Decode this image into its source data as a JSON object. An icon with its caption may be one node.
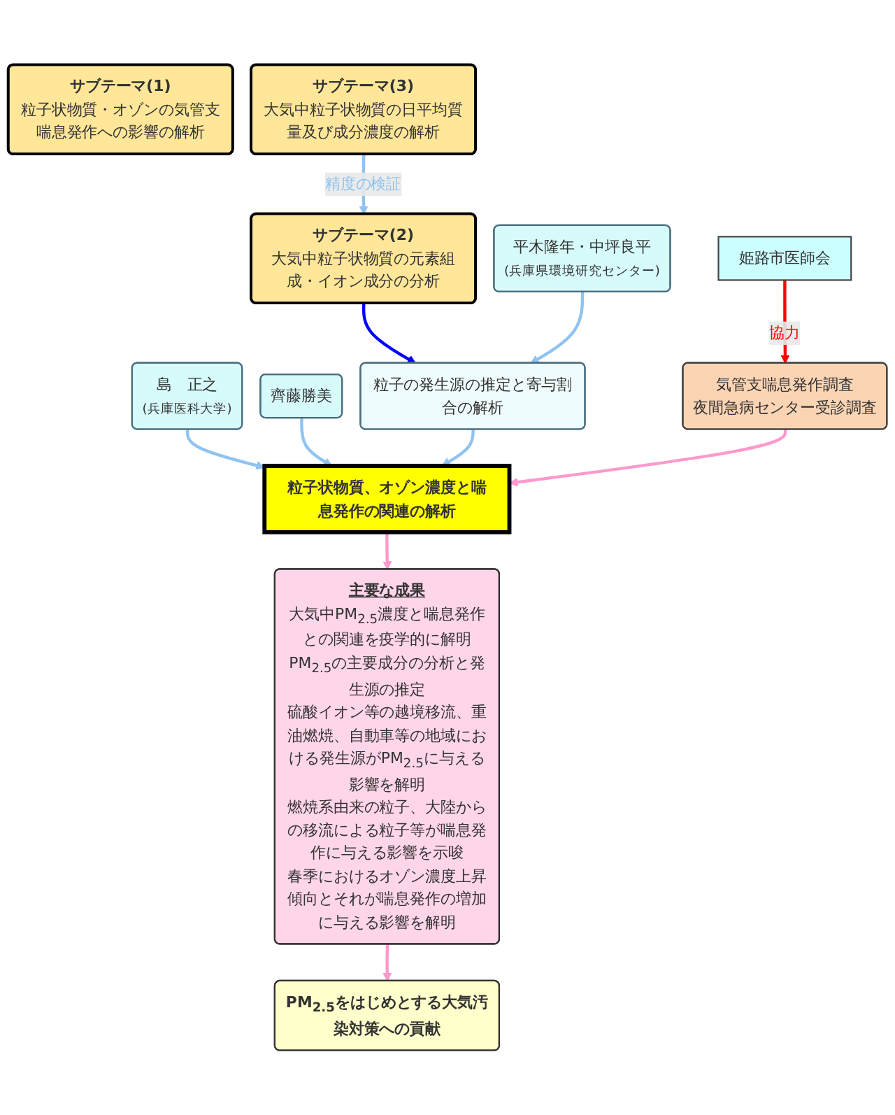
{
  "diagram": {
    "nodes": [
      {
        "text": [
          "サブテーマ(1)",
          "粒子状物質・オゾンの気管支喘息発作への影響の解析"
        ]
      },
      {
        "text": [
          "サブテーマ(2)",
          "大気中粒子状物質の元素組成・イオン成分の分析"
        ]
      },
      {
        "text": [
          "サブテーマ(3)",
          "大気中粒子状物質の日平均質量及び成分濃度の解析"
        ]
      },
      {
        "text": [
          "島　正之",
          "(兵庫医科大学)"
        ]
      },
      {
        "text": [
          "齊藤勝美"
        ]
      },
      {
        "text": [
          "平木隆年・中坪良平",
          "(兵庫県環境研究センター)"
        ]
      },
      {
        "text": [
          "気管支喘息発作調査",
          "夜間急病センター受診調査"
        ]
      },
      {
        "text": [
          "粒子状物質、オゾン濃度と喘息発作の関連の解析"
        ]
      },
      {
        "text": [
          "粒子の発生源の推定と寄与割合の解析"
        ]
      },
      {
        "text": [
          "主要な成果",
          "大気中PM$_{2.5}$濃度と喘息発作との関連を疫学的に解明",
          "PM$_{2.5}$の主要成分の分析と発生源の推定",
          "硫酸イオン等の越境移流、重油燃焼、自動車等の地域における発生源がPM$_{2.5}$に与える影響を解明",
          "燃焼系由来の粒子、大陸からの移流による粒子等が喘息発作に与える影響を示唆",
          "春季におけるオゾン濃度上昇傾向とそれが喘息発作の増加に与える影響を解明"
        ]
      },
      {
        "text": [
          "姫路市医師会"
        ]
      },
      {
        "text": [
          "PM$_{2.5}$をはじめとする大気汚染対策への貢献"
        ]
      }
    ],
    "edges": [
      {
        "from": 2,
        "to": 1,
        "arrow": "to",
        "label": "精度の検証"
      },
      {
        "from": 1,
        "to": 8,
        "arrow": "to",
        "color": "#0000ff"
      },
      {
        "from": 3,
        "to": 7,
        "arrow": "to"
      },
      {
        "from": 4,
        "to": 7,
        "arrow": "to"
      },
      {
        "from": 5,
        "to": 8,
        "arrow": "to"
      },
      {
        "from": 8,
        "to": 7,
        "arrow": "to"
      },
      {
        "from": 6,
        "to": 7,
        "arrow": "to",
        "color": "#ff99cc"
      },
      {
        "from": 7,
        "to": 9,
        "arrow": "to",
        "color": "#ff99cc"
      },
      {
        "from": 9,
        "to": 11,
        "arrow": "to",
        "color": "#ff99cc"
      },
      {
        "from": 10,
        "to": 6,
        "arrow": "to",
        "color": "#ff0000",
        "label": "協力"
      }
    ]
  }
}
